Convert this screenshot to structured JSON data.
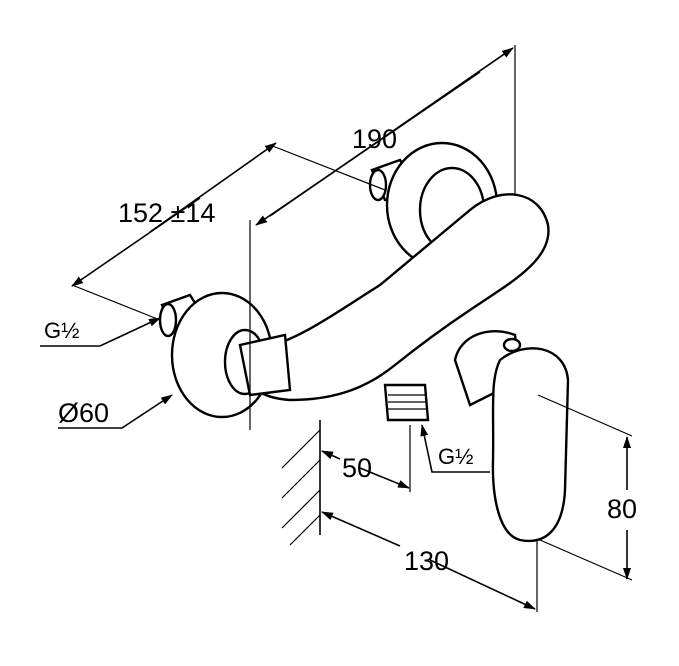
{
  "title": "Shower mixer dimension drawing",
  "dimensions": {
    "depth_total": "190",
    "inlet_distance": "152 ±14",
    "inlet_thread_left": "G½",
    "escutcheon_diameter": "Ø60",
    "outlet_offset": "50",
    "outlet_thread": "G½",
    "handle_height": "80",
    "projection": "130"
  }
}
